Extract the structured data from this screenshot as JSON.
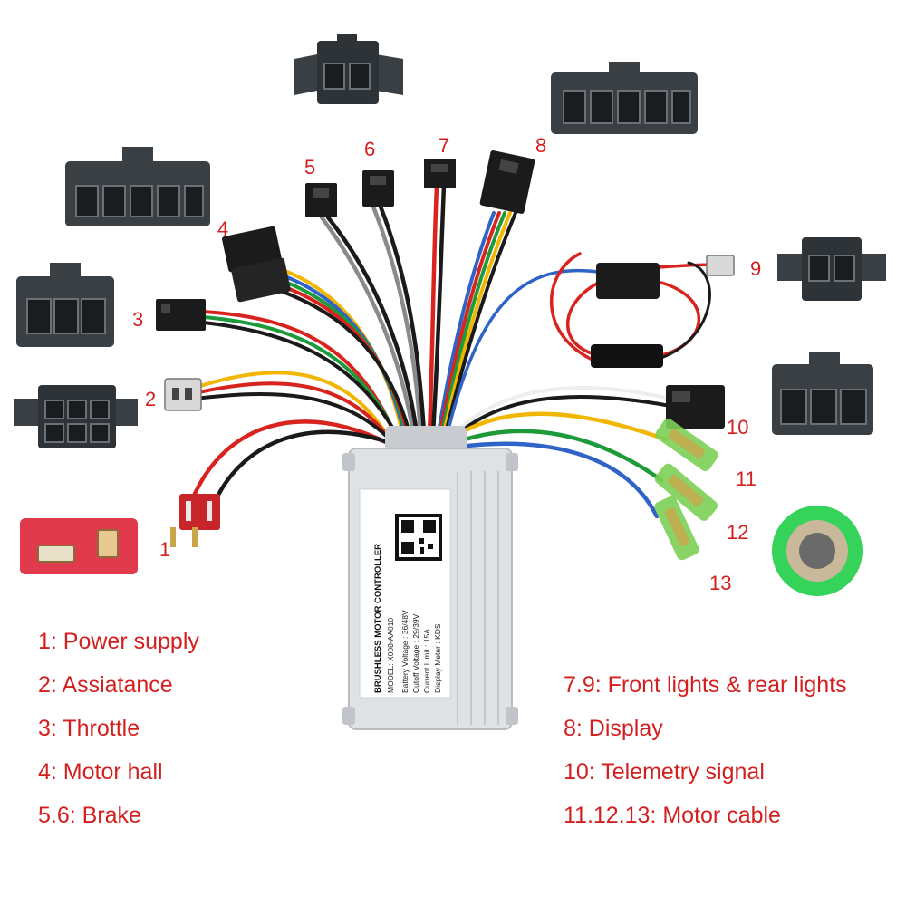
{
  "diagram": {
    "connector_numbers": [
      "1",
      "2",
      "3",
      "4",
      "5",
      "6",
      "7",
      "8",
      "9",
      "10",
      "11",
      "12",
      "13"
    ],
    "controller_label": {
      "title": "BRUSHLESS MOTOR CONTROLLER",
      "model": "MODEL: X008-AA010",
      "spec_rows": [
        "Battery Voltage  : 36/48V",
        "Cutoff Voltage   : 29/39V",
        "Current Limit    : 15A",
        "Display Meter    : KDS"
      ]
    },
    "legend_left": [
      "1: Power supply",
      "2: Assiatance",
      "3: Throttle",
      "4: Motor hall",
      "5.6: Brake"
    ],
    "legend_right": [
      "7.9: Front lights & rear lights",
      "8: Display",
      "10: Telemetry signal",
      "11.12.13: Motor cable"
    ],
    "colors": {
      "label_red": "#d31f1f",
      "housing_dark": "#3a3f44",
      "controller_silver": "#dfe2e5",
      "pcb_red": "#e03a4c",
      "motor_green": "#35d35a",
      "wire_red": "#d8231f",
      "wire_black": "#1a1a1a",
      "wire_yellow": "#f1b600",
      "wire_green": "#1d9a3a",
      "wire_blue": "#2f63c7",
      "wire_grey": "#8a8a8a",
      "wire_white": "#eeeeee"
    }
  }
}
